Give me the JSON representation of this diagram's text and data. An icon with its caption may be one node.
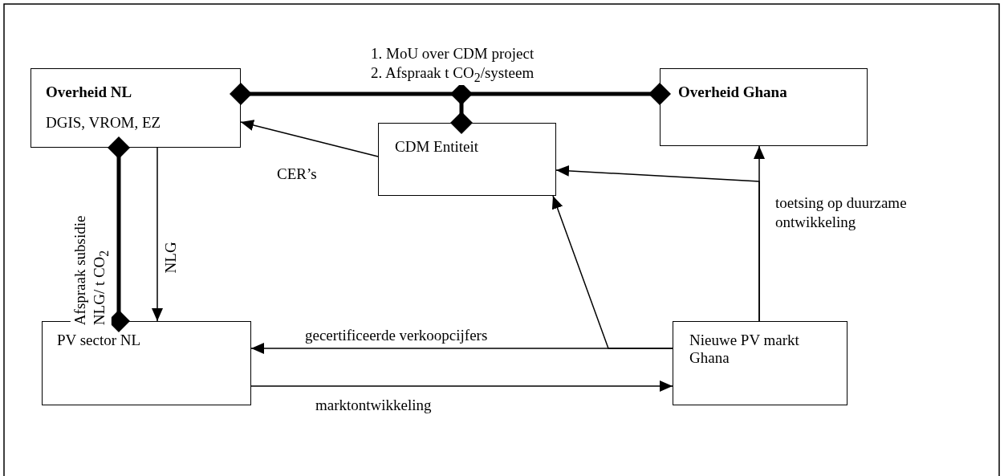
{
  "diagram": {
    "nodes": [
      {
        "text": [
          "Overheid NL",
          "DGIS, VROM, EZ"
        ]
      },
      {
        "text": [
          "Overheid Ghana"
        ]
      },
      {
        "text": [
          "CDM Entiteit"
        ]
      },
      {
        "text": [
          "PV sector NL"
        ]
      },
      {
        "text": [
          "Nieuwe PV markt Ghana"
        ]
      }
    ],
    "edges": [
      {
        "from": 0,
        "to": 1,
        "arrow": "other",
        "style": "thick",
        "label": "1. MoU over CDM project 2. Afspraak t CO$_{2}$/systeem"
      },
      {
        "from": 2,
        "to": null,
        "arrow": "other",
        "style": "thick"
      },
      {
        "from": 2,
        "to": 0,
        "arrow": "to",
        "label": "CER’s"
      },
      {
        "from": 0,
        "to": 3,
        "arrow": "other",
        "style": "thick",
        "label": "Afspraak subsidie NLG/ t CO$_{2}$"
      },
      {
        "from": 0,
        "to": 3,
        "arrow": "to",
        "label": "NLG"
      },
      {
        "from": 4,
        "to": 3,
        "arrow": "to",
        "label": "gecertificeerde verkoopcijfers"
      },
      {
        "from": 4,
        "to": 2,
        "arrow": "to"
      },
      {
        "from": 3,
        "to": 4,
        "arrow": "to",
        "label": "marktontwikkeling"
      },
      {
        "from": 4,
        "to": 1,
        "arrow": "to",
        "label": "toetsing op duurzame ontwikkeling"
      },
      {
        "from": 4,
        "to": 2,
        "arrow": "to"
      }
    ]
  }
}
